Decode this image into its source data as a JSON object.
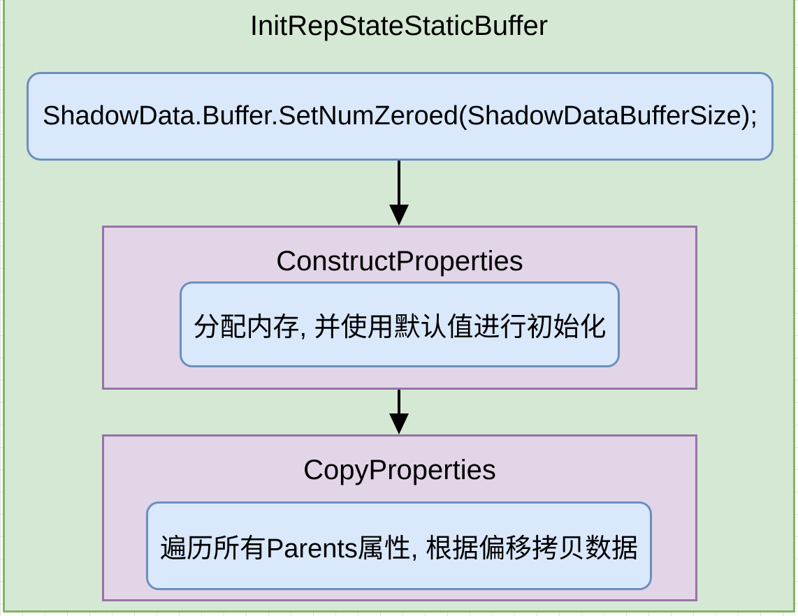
{
  "diagram": {
    "container": {
      "title": "InitRepStateStaticBuffer",
      "fill": "#d5e8d4",
      "border": "#82b366"
    },
    "code_box": {
      "text": "ShadowData.Buffer.SetNumZeroed(ShadowDataBufferSize);",
      "fill": "#dae8fc",
      "border": "#6c8ebf"
    },
    "steps": [
      {
        "title": "ConstructProperties",
        "detail": "分配内存, 并使用默认值进行初始化",
        "fill": "#e1d5e7",
        "border": "#9673a6",
        "detail_fill": "#dae8fc",
        "detail_border": "#6c8ebf"
      },
      {
        "title": "CopyProperties",
        "detail": "遍历所有Parents属性, 根据偏移拷贝数据",
        "fill": "#e1d5e7",
        "border": "#9673a6",
        "detail_fill": "#dae8fc",
        "detail_border": "#6c8ebf"
      }
    ],
    "arrows": [
      {
        "name": "code-to-construct",
        "color": "#000000"
      },
      {
        "name": "construct-to-copy",
        "color": "#000000"
      }
    ]
  }
}
